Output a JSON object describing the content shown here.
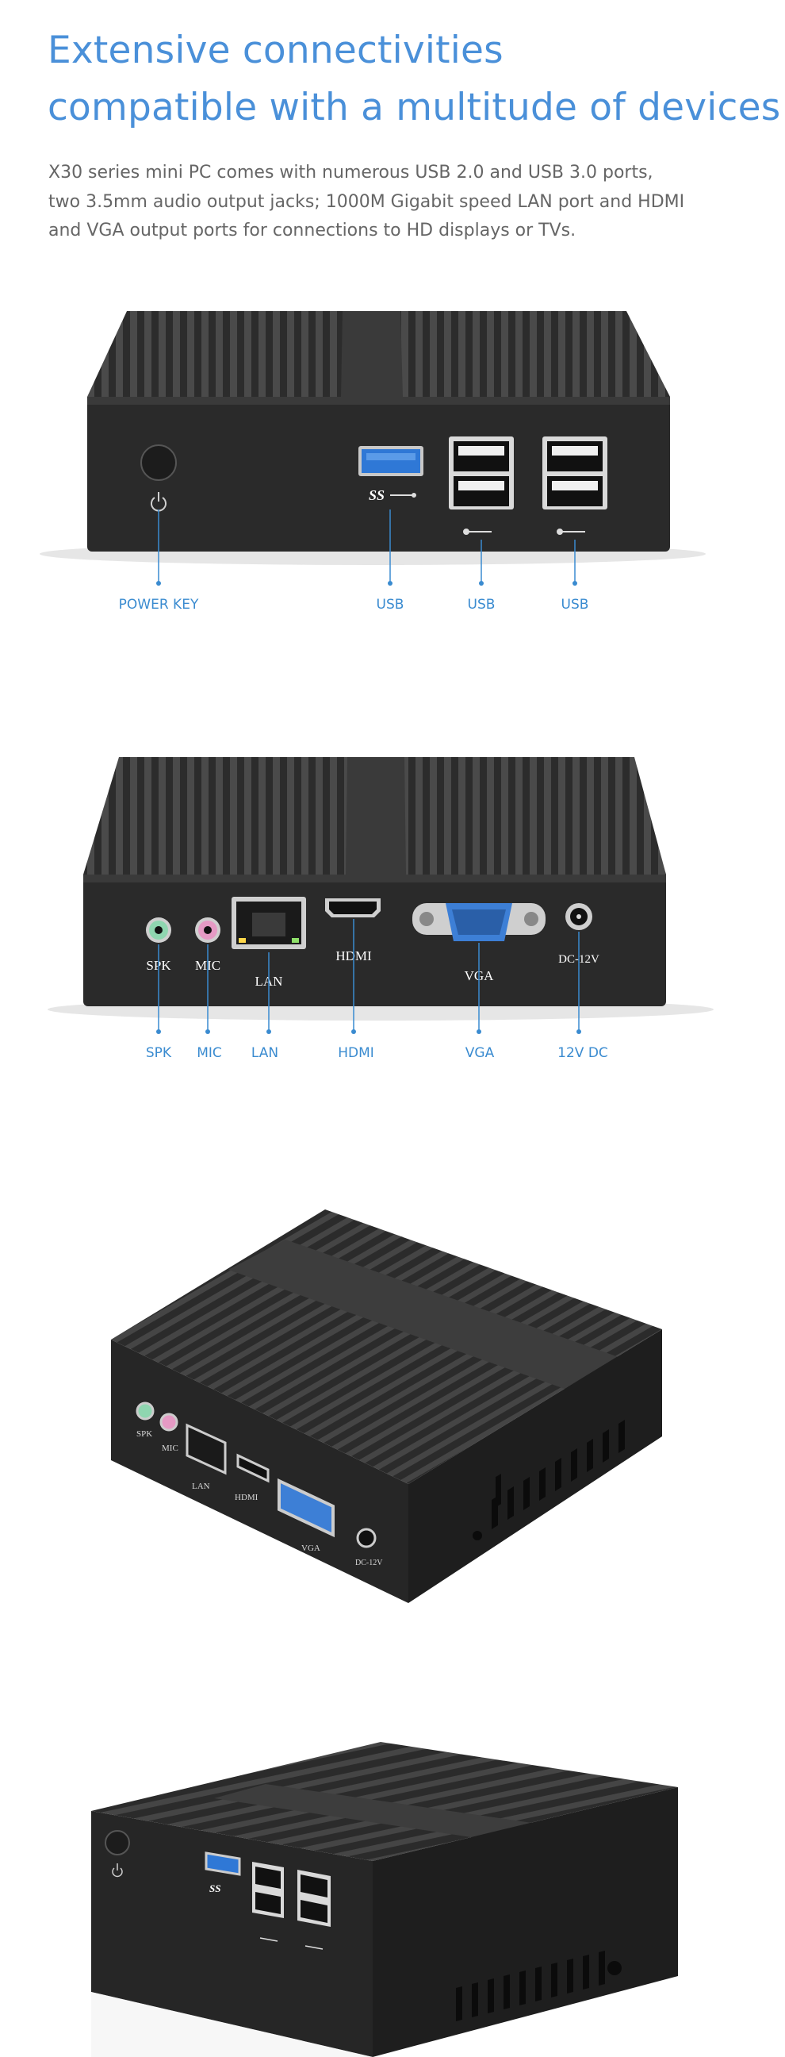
{
  "headline": {
    "line1": "Extensive connectivities",
    "line2": "compatible with a multitude of devices"
  },
  "description": {
    "line1": "X30 series mini PC comes with numerous USB 2.0 and USB 3.0 ports,",
    "line2": "two 3.5mm audio output jacks; 1000M Gigabit speed LAN port and HDMI",
    "line3": "and VGA output ports for connections to HD displays or TVs."
  },
  "front_panel": {
    "callouts": [
      "POWER KEY",
      "USB",
      "USB",
      "USB"
    ],
    "usb3_logo": "SS"
  },
  "rear_panel": {
    "silkscreen": [
      "SPK",
      "MIC",
      "LAN",
      "HDMI",
      "VGA",
      "DC-12V"
    ],
    "callouts": [
      "SPK",
      "MIC",
      "LAN",
      "HDMI",
      "VGA",
      "12V DC"
    ]
  },
  "iso_rear": {
    "silkscreen": [
      "SPK",
      "MIC",
      "LAN",
      "HDMI",
      "VGA",
      "DC-12V"
    ]
  },
  "iso_front": {
    "usb3_logo": "SS"
  },
  "colors": {
    "accent": "#4a90d9",
    "callout": "#3a8bd0",
    "body_text": "#666666",
    "chassis": "#2b2b2b",
    "usb3_blue": "#2f78d6",
    "vga_blue": "#3d7fd6"
  }
}
